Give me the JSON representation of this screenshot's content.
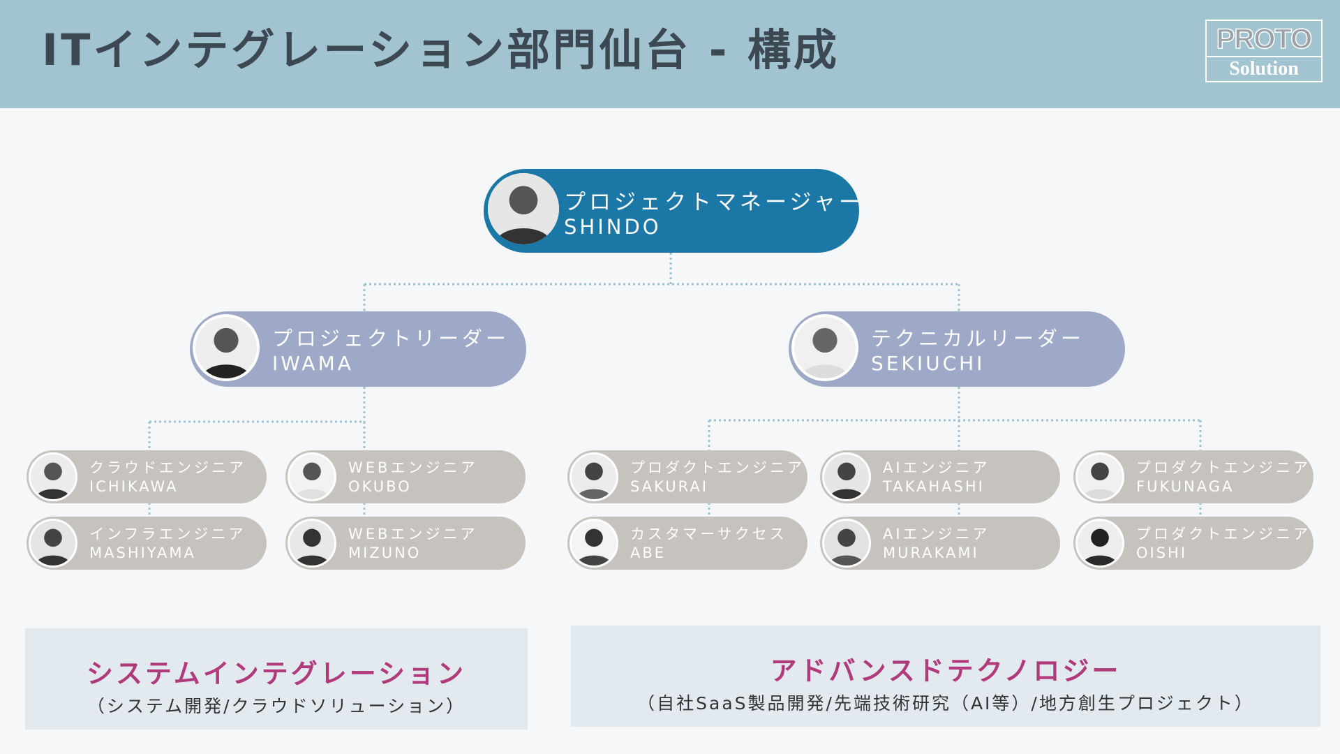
{
  "header": {
    "title": "ITインテグレーション部門仙台 - 構成",
    "logo_top": "PROTO",
    "logo_bottom": "Solution"
  },
  "manager": {
    "role": "プロジェクトマネージャー",
    "name": "SHINDO"
  },
  "leads": [
    {
      "role": "プロジェクトリーダー",
      "name": "IWAMA"
    },
    {
      "role": "テクニカルリーダー",
      "name": "SEKIUCHI"
    }
  ],
  "members": [
    {
      "role": "クラウドエンジニア",
      "name": "ICHIKAWA"
    },
    {
      "role": "WEBエンジニア",
      "name": "OKUBO"
    },
    {
      "role": "インフラエンジニア",
      "name": "MASHIYAMA"
    },
    {
      "role": "WEBエンジニア",
      "name": "MIZUNO"
    },
    {
      "role": "プロダクトエンジニア",
      "name": "SAKURAI"
    },
    {
      "role": "AIエンジニア",
      "name": "TAKAHASHI"
    },
    {
      "role": "プロダクトエンジニア",
      "name": "FUKUNAGA"
    },
    {
      "role": "カスタマーサクセス",
      "name": "ABE"
    },
    {
      "role": "AIエンジニア",
      "name": "MURAKAMI"
    },
    {
      "role": "プロダクトエンジニア",
      "name": "OISHI"
    }
  ],
  "divisions": [
    {
      "title": "システムインテグレーション",
      "subtitle": "（システム開発/クラウドソリューション）"
    },
    {
      "title": "アドバンスドテクノロジー",
      "subtitle": "（自社SaaS製品開発/先端技術研究（AI等）/地方創生プロジェクト）"
    }
  ],
  "colors": {
    "header_bg": "#a2c4d1",
    "manager_pill": "#1b77a5",
    "lead_pill": "#9ea9c7",
    "member_pill": "#c6c2bd",
    "division_title": "#b03a7a",
    "connector": "#9fc3d3"
  },
  "icons": {
    "avatar": "person-photo-icon"
  }
}
